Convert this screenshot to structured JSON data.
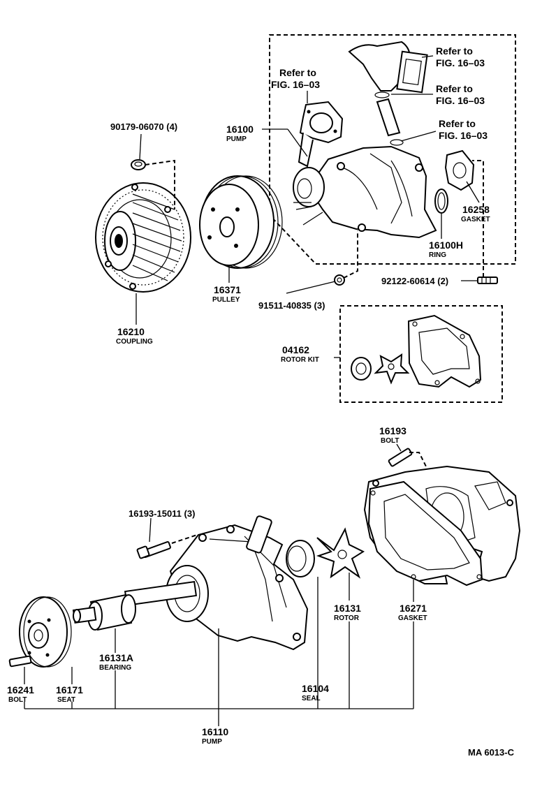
{
  "labels": {
    "bolt_90179": "90179-06070 (4)",
    "pump_16100_no": "16100",
    "pump_16100_name": "PUMP",
    "ref1_a": "Refer to",
    "ref1_b": "FIG. 16–03",
    "ref2_a": "Refer to",
    "ref2_b": "FIG. 16–03",
    "ref3_a": "Refer to",
    "ref3_b": "FIG. 16–03",
    "ref4_a": "Refer to",
    "ref4_b": "FIG. 16–03",
    "gasket_16258_no": "16258",
    "gasket_16258_name": "GASKET",
    "ring_16100h_no": "16100H",
    "ring_16100h_name": "RING",
    "stud_92122": "92122-60614 (2)",
    "nut_91511": "91511-40835 (3)",
    "pulley_16371_no": "16371",
    "pulley_16371_name": "PULLEY",
    "coupling_16210_no": "16210",
    "coupling_16210_name": "COUPLING",
    "rotorkit_04162_no": "04162",
    "rotorkit_04162_name": "ROTOR KIT",
    "bolt_16193_no": "16193",
    "bolt_16193_name": "BOLT",
    "bolt_16193_15011": "16193-15011 (3)",
    "rotor_16131_no": "16131",
    "rotor_16131_name": "ROTOR",
    "gasket_16271_no": "16271",
    "gasket_16271_name": "GASKET",
    "bearing_16131a_no": "16131A",
    "bearing_16131a_name": "BEARING",
    "bolt_16241_no": "16241",
    "bolt_16241_name": "BOLT",
    "seat_16171_no": "16171",
    "seat_16171_name": "SEAT",
    "seal_16104_no": "16104",
    "seal_16104_name": "SEAL",
    "pump_16110_no": "16110",
    "pump_16110_name": "PUMP",
    "figure_code": "MA  6013-C"
  }
}
